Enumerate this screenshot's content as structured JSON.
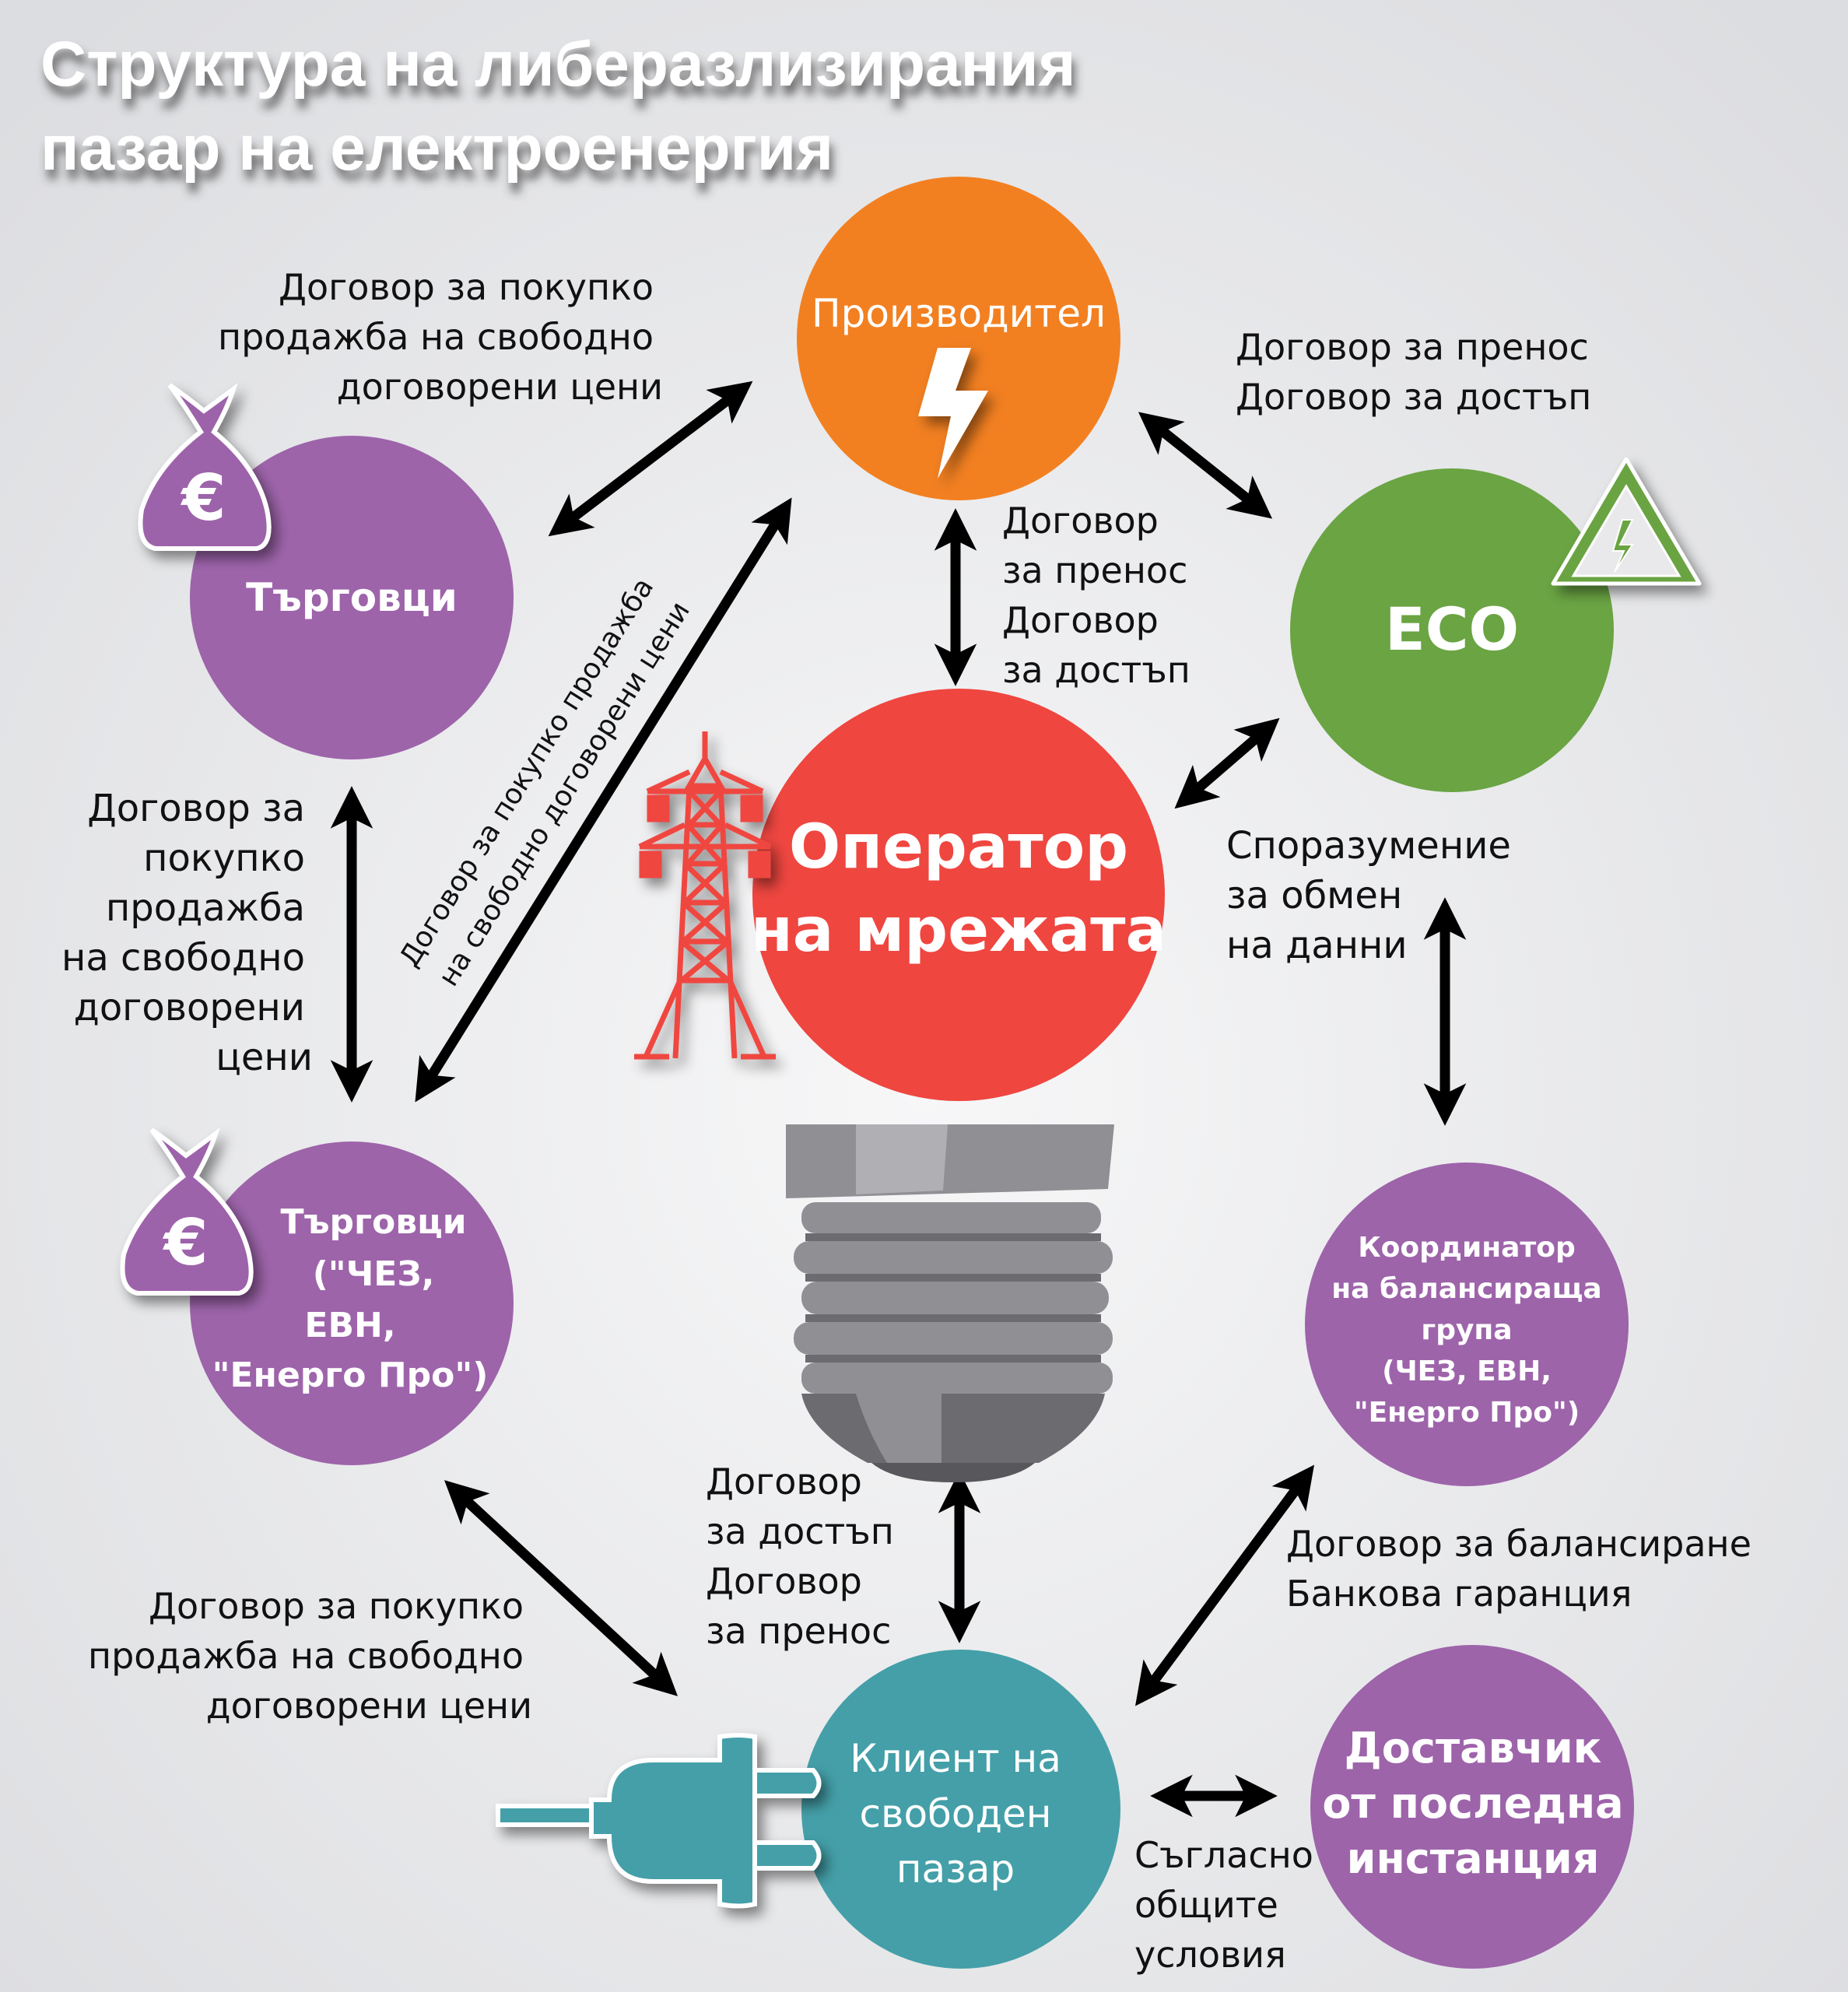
{
  "title": {
    "line1": "Структура на либеразлизирания",
    "line2": "пазар на електроенергия"
  },
  "colors": {
    "background": "#e4e5e8",
    "producer": "#f28021",
    "operator": "#ef4640",
    "eco": "#6aa443",
    "traders": "#9d64aa",
    "client": "#449fa8",
    "bulb": "#8f8f94",
    "arrow": "#000000",
    "text": "#111111"
  },
  "nodes": {
    "producer": {
      "label": "Производител",
      "icon": "lightning-bolt-icon"
    },
    "traders_top": {
      "label": "Търговци",
      "icon": "money-bag-euro-icon"
    },
    "eco": {
      "label": "ECO",
      "icon": "high-voltage-warning-icon"
    },
    "operator": {
      "line1": "Оператор",
      "line2": "на мрежата",
      "icon": "power-tower-icon"
    },
    "traders_bottom": {
      "line1": "Търговци",
      "line2": "(\"ЧЕЗ,",
      "line3": "ЕВН,",
      "line4": "\"Енерго Про\")",
      "icon": "money-bag-euro-icon"
    },
    "coordinator": {
      "line1": "Координатор",
      "line2": "на балансираща",
      "line3": "група",
      "line4": "(ЧЕЗ, ЕВН,",
      "line5": "\"Енерго Про\")"
    },
    "client": {
      "line1": "Клиент на",
      "line2": "свободен",
      "line3": "пазар",
      "icon": "power-plug-icon"
    },
    "supplier": {
      "line1": "Доставчик",
      "line2": "от последна",
      "line3": "инстанция"
    },
    "bulb": {
      "icon": "light-bulb-base-icon"
    }
  },
  "relations": {
    "producer_traders": {
      "line1": "Договор за покупко",
      "line2": "продажба на свободно",
      "line3": "договорени цени"
    },
    "producer_eco": {
      "line1": "Договор за пренос",
      "line2": "Договор за достъп"
    },
    "producer_operator": {
      "line1": "Договор",
      "line2": "за пренос",
      "line3": "Договор",
      "line4": "за достъп"
    },
    "traders_traders": {
      "line1": "Договор за",
      "line2": "покупко",
      "line3": "продажба",
      "line4": "на свободно",
      "line5": "договорени",
      "line6": "цени"
    },
    "producer_traders_diag": {
      "line1": "Договор за покупко продажба",
      "line2": "на свободно договорени цени"
    },
    "eco_coordinator": {
      "line1": "Споразумение",
      "line2": "за обмен",
      "line3": "на данни"
    },
    "operator_client": {
      "line1": "Договор",
      "line2": "за достъп",
      "line3": "Договор",
      "line4": "за пренос"
    },
    "traders_client": {
      "line1": "Договор за покупко",
      "line2": "продажба на свободно",
      "line3": "договорени цени"
    },
    "coordinator_client": {
      "line1": "Договор за балансиране",
      "line2": "Банкова гаранция"
    },
    "client_supplier": {
      "line1": "Съгласно",
      "line2": "общите",
      "line3": "условия"
    }
  }
}
